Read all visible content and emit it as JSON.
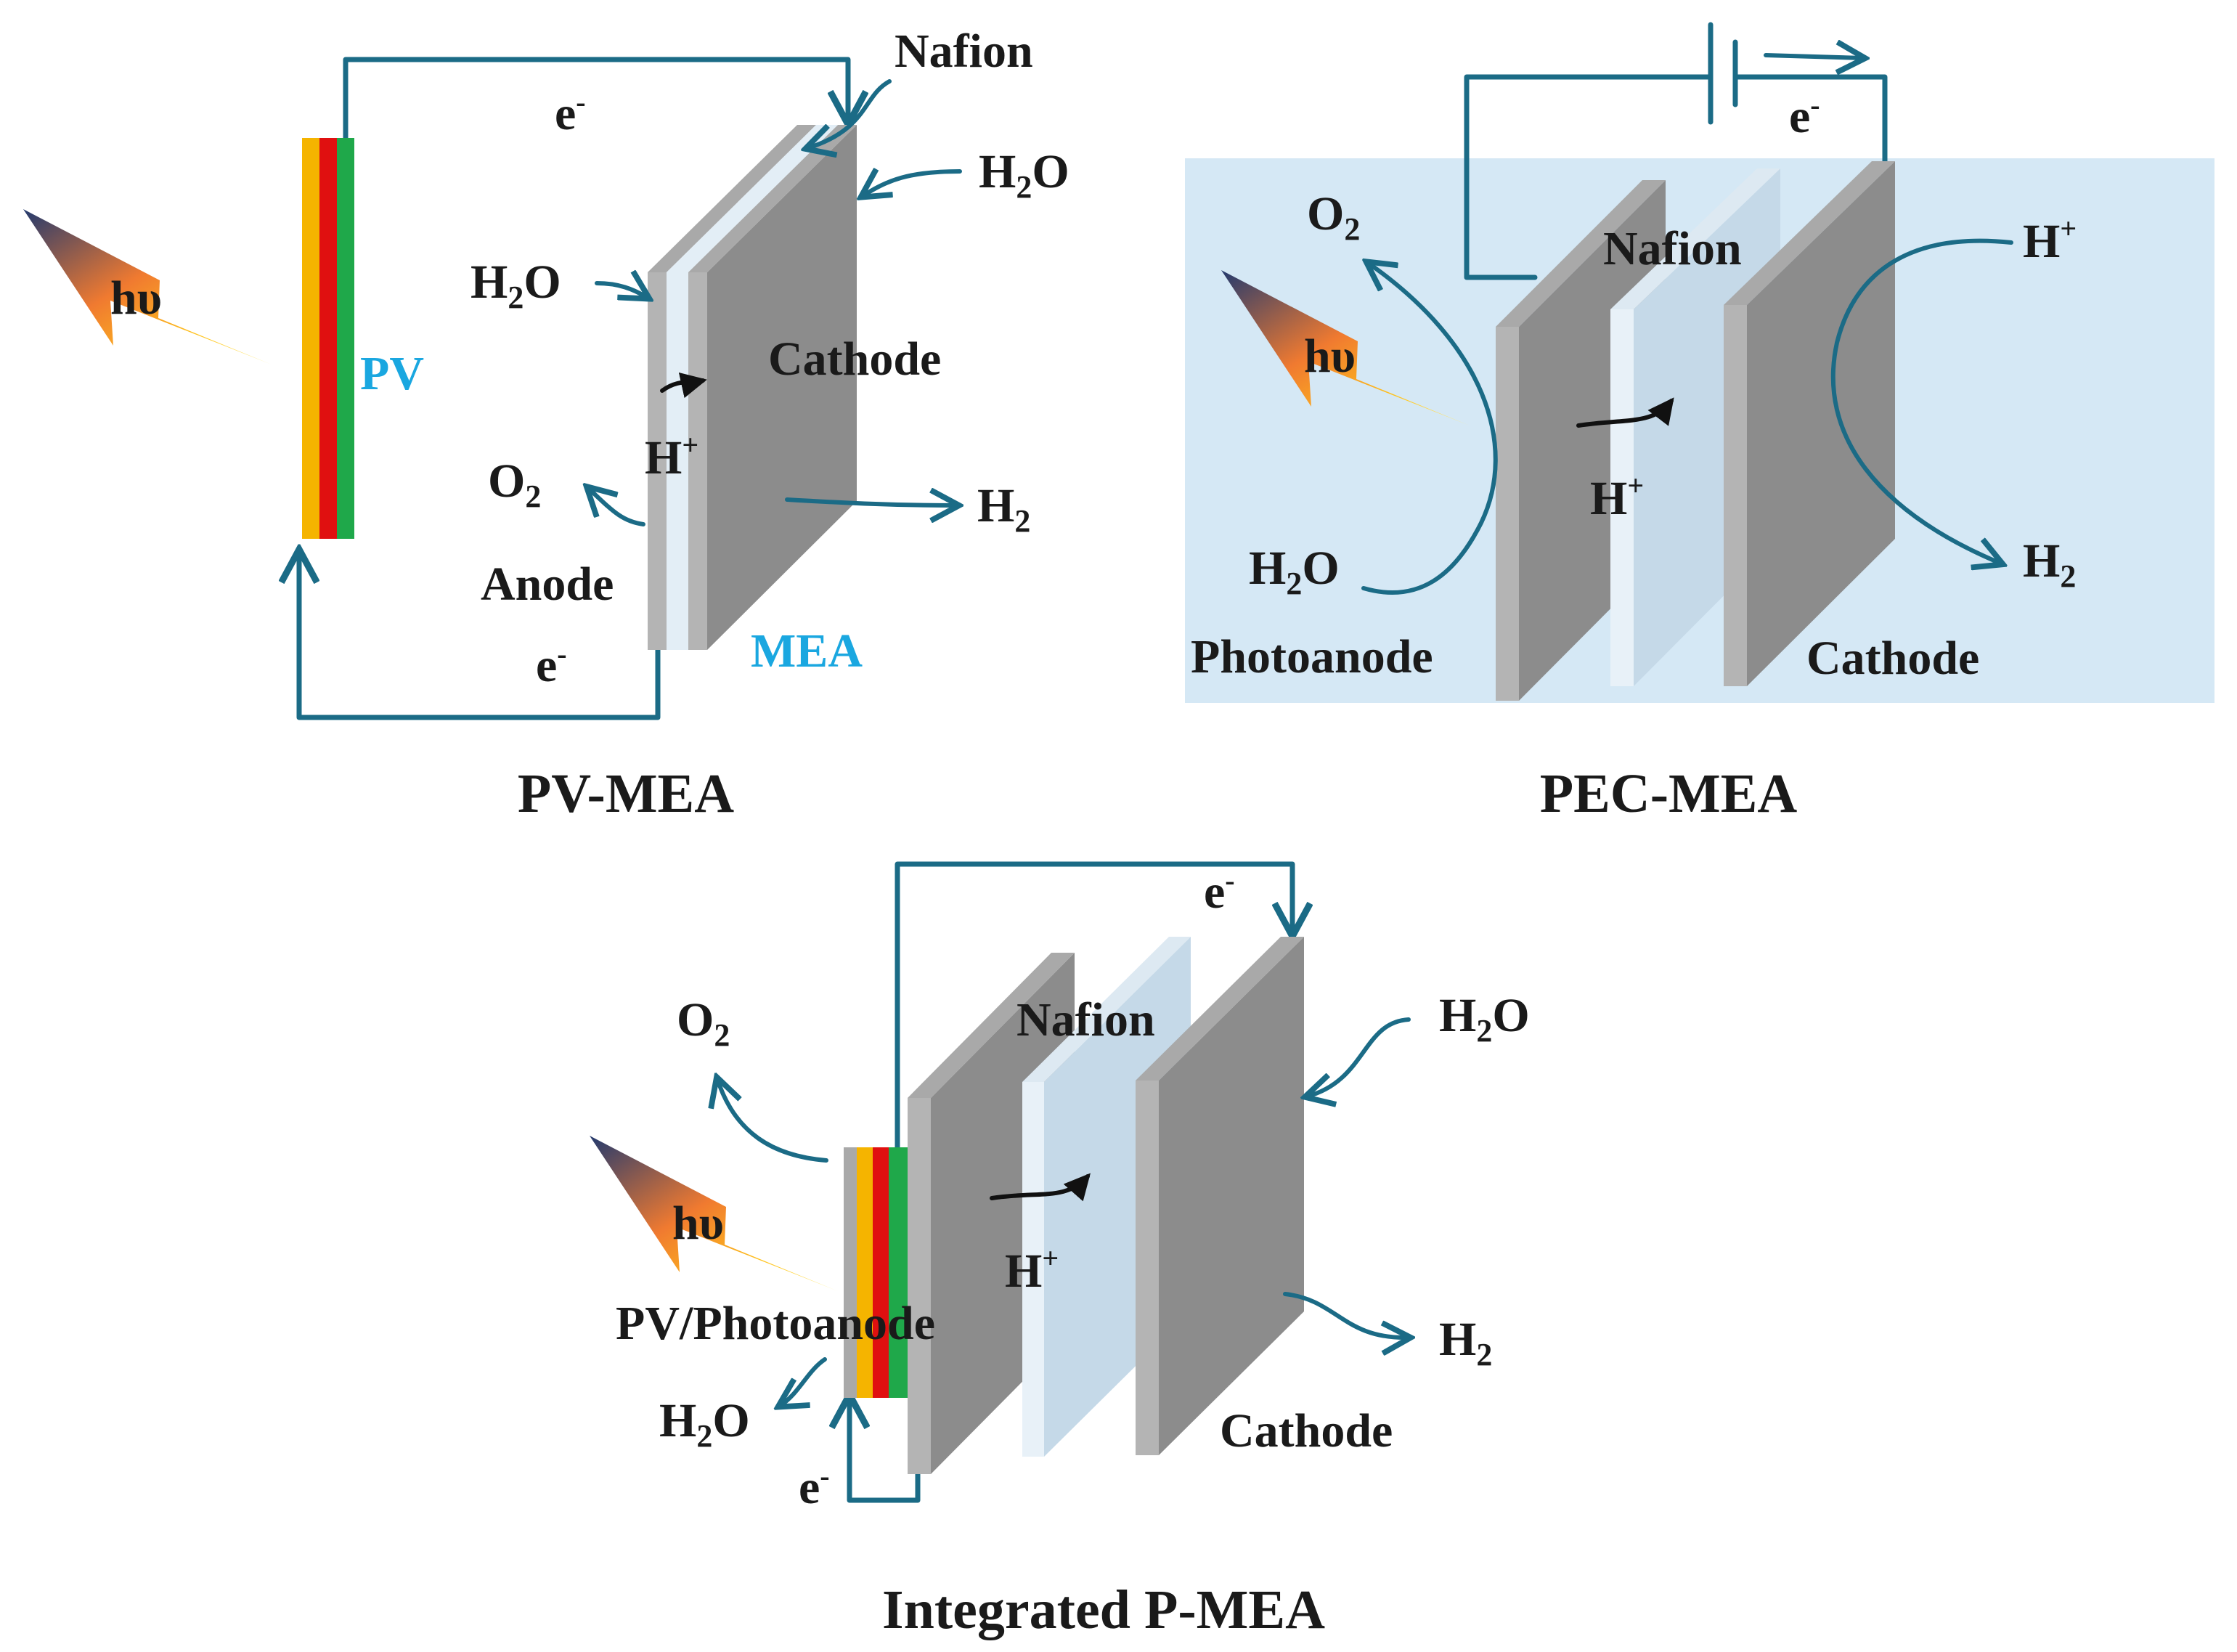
{
  "pv_mea": {
    "caption": "PV-MEA",
    "nafion": "Nafion",
    "h2o_cathode": "H2O",
    "h2o_anode": "H2O",
    "cathode": "Cathode",
    "pv": "PV",
    "h_plus": "H+",
    "o2": "O2",
    "h2": "H2",
    "anode": "Anode",
    "mea": "MEA",
    "e_top": "e-",
    "e_bottom": "e-",
    "hv": "hυ"
  },
  "pec_mea": {
    "caption": "PEC-MEA",
    "o2": "O2",
    "nafion": "Nafion",
    "h_plus_right": "H+",
    "hv": "hυ",
    "h_plus_center": "H+",
    "h2o": "H2O",
    "h2": "H2",
    "photoanode": "Photoanode",
    "cathode": "Cathode",
    "e": "e-"
  },
  "integrated": {
    "caption": "Integrated P-MEA",
    "e_top": "e-",
    "o2": "O2",
    "nafion": "Nafion",
    "h2o_cathode": "H2O",
    "hv": "hυ",
    "h_plus": "H+",
    "pv_photoanode": "PV/Photoanode",
    "h2": "H2",
    "h2o_anode": "H2O",
    "cathode": "Cathode",
    "e_bottom": "e-"
  },
  "colors": {
    "wire": "#1b6b86",
    "electrode": "#8c8c8c",
    "membrane": "#c5d9e8",
    "pec_background": "#d5e8f5",
    "pv_label": "#1aa7e0",
    "pv_stripes": [
      "#f5b400",
      "#e01010",
      "#1fa84a"
    ]
  }
}
